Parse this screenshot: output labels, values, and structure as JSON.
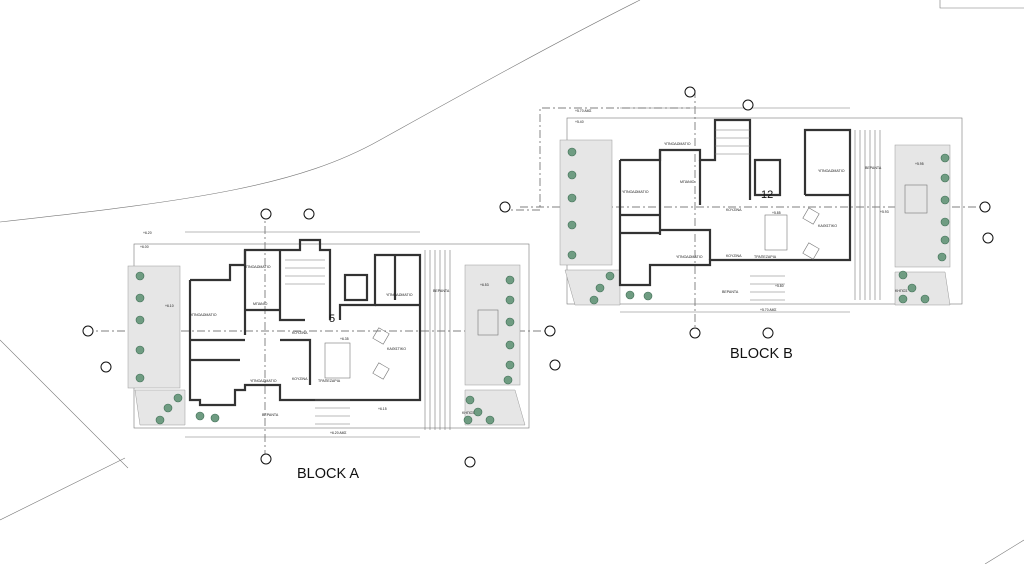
{
  "blocks": [
    {
      "title": "BLOCK A",
      "unit_number": "5",
      "rooms": {
        "bedroom_1": "ΥΠΝΟΔΩΜΑΤΙΟ",
        "bedroom_2": "ΥΠΝΟΔΩΜΑΤΙΟ",
        "bedroom_3": "ΥΠΝΟΔΩΜΑΤΙΟ",
        "bedroom_4": "ΥΠΝΟΔΩΜΑΤΙΟ",
        "bathroom": "ΜΠΑΝΙΟ",
        "kitchen": "ΚΟΥΖΙΝΑ",
        "kitchen_2": "ΚΟΥΖΙΝΑ",
        "dining": "ΤΡΑΠΕΖΑΡΙΑ",
        "living": "ΚΑΘΙΣΤΙΚΟ",
        "veranda_1": "ΒΕΡΑΝΤΑ",
        "veranda_2": "ΒΕΡΑΝΤΑ",
        "garden": "ΚΗΠΟΣ"
      },
      "levels": [
        "+6.20",
        "+6.00",
        "+6.15",
        "+6.10",
        "+6.35",
        "+6.53",
        "+6.20 ΑΜΣ"
      ]
    },
    {
      "title": "BLOCK B",
      "unit_number": "12",
      "rooms": {
        "bedroom_1": "ΥΠΝΟΔΩΜΑΤΙΟ",
        "bedroom_2": "ΥΠΝΟΔΩΜΑΤΙΟ",
        "bedroom_3": "ΥΠΝΟΔΩΜΑΤΙΟ",
        "bedroom_4": "ΥΠΝΟΔΩΜΑΤΙΟ",
        "bathroom": "ΜΠΑΝΙΟ",
        "kitchen": "ΚΟΥΖΙΝΑ",
        "kitchen_2": "ΚΟΥΖΙΝΑ",
        "dining": "ΤΡΑΠΕΖΑΡΙΑ",
        "living": "ΚΑΘΙΣΤΙΚΟ",
        "veranda_1": "ΒΕΡΑΝΤΑ",
        "veranda_2": "ΒΕΡΑΝΤΑ",
        "garden": "ΚΗΠΟΣ"
      },
      "levels": [
        "+5.70 ΑΜΣ",
        "+5.40",
        "+5.80",
        "+5.85",
        "+5.93",
        "+5.95",
        "+5.70 ΑΜΣ"
      ]
    }
  ],
  "colors": {
    "tree": "#6f9c82",
    "wall": "#333333"
  }
}
